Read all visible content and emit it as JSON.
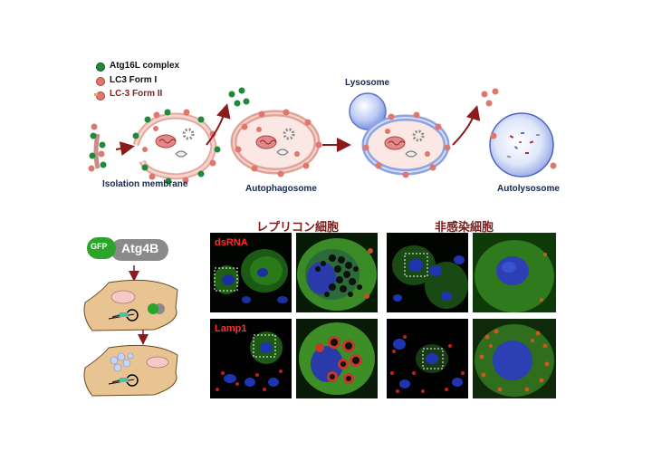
{
  "legend": {
    "atg16l": "Atg16L complex",
    "lc3_form1": "LC3 Form I",
    "lc3_form2": "LC-3 Form II",
    "colors": {
      "atg16l": "#1f8a3a",
      "lc3_form1": "#e0776f",
      "lc3_form2_text": "#8b1a1a"
    }
  },
  "pathway": {
    "stages": [
      "Isolation membrane",
      "Autophagosome",
      "Autolysosome"
    ],
    "lysosome_label": "Lysosome"
  },
  "construct": {
    "gfp": "GFP",
    "atg4b": "Atg4B"
  },
  "micrographs": {
    "replicon_heading": "レプリコン細胞",
    "uninfected_heading": "非感染細胞",
    "row_labels": [
      "dsRNA",
      "Lamp1"
    ]
  }
}
